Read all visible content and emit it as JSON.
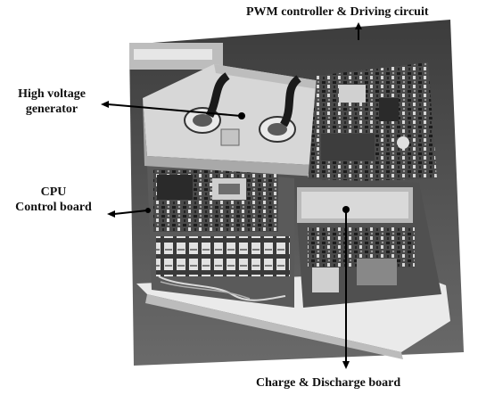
{
  "figure": {
    "labels": {
      "pwm": "PWM controller & Driving circuit",
      "high_voltage_line1": "High voltage",
      "high_voltage_line2": "generator",
      "cpu_line1": "CPU",
      "cpu_line2": "Control board",
      "charge": "Charge & Discharge board"
    }
  }
}
